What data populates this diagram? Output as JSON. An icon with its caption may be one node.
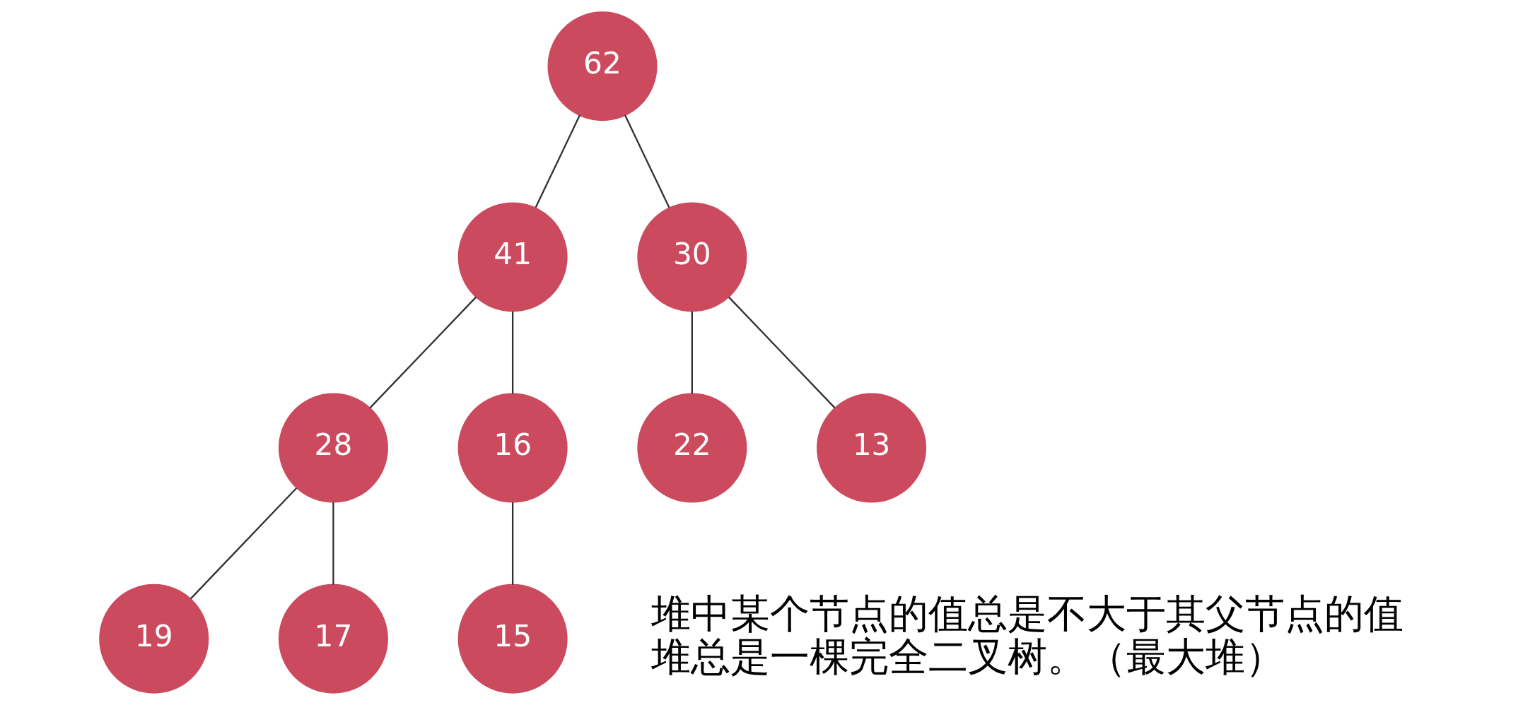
{
  "diagram": {
    "nodes": [
      {
        "text": [
          "62"
        ]
      },
      {
        "text": [
          "41"
        ]
      },
      {
        "text": [
          "30"
        ]
      },
      {
        "text": [
          "28"
        ]
      },
      {
        "text": [
          "16"
        ]
      },
      {
        "text": [
          "22"
        ]
      },
      {
        "text": [
          "13"
        ]
      },
      {
        "text": [
          "19"
        ]
      },
      {
        "text": [
          "17"
        ]
      },
      {
        "text": [
          "15"
        ]
      }
    ],
    "edges": [
      {
        "from": 0,
        "to": 1,
        "arrow": "none"
      },
      {
        "from": 0,
        "to": 2,
        "arrow": "none"
      },
      {
        "from": 1,
        "to": 3,
        "arrow": "none"
      },
      {
        "from": 1,
        "to": 4,
        "arrow": "none"
      },
      {
        "from": 2,
        "to": 5,
        "arrow": "none"
      },
      {
        "from": 2,
        "to": 6,
        "arrow": "none"
      },
      {
        "from": 3,
        "to": 7,
        "arrow": "none"
      },
      {
        "from": 3,
        "to": 8,
        "arrow": "none"
      },
      {
        "from": 4,
        "to": 9,
        "arrow": "none"
      }
    ],
    "labels": [
      "堆中某个节点的值总是不大于其父节点的值",
      "堆总是一棵完全二叉树。（最大堆）"
    ]
  }
}
